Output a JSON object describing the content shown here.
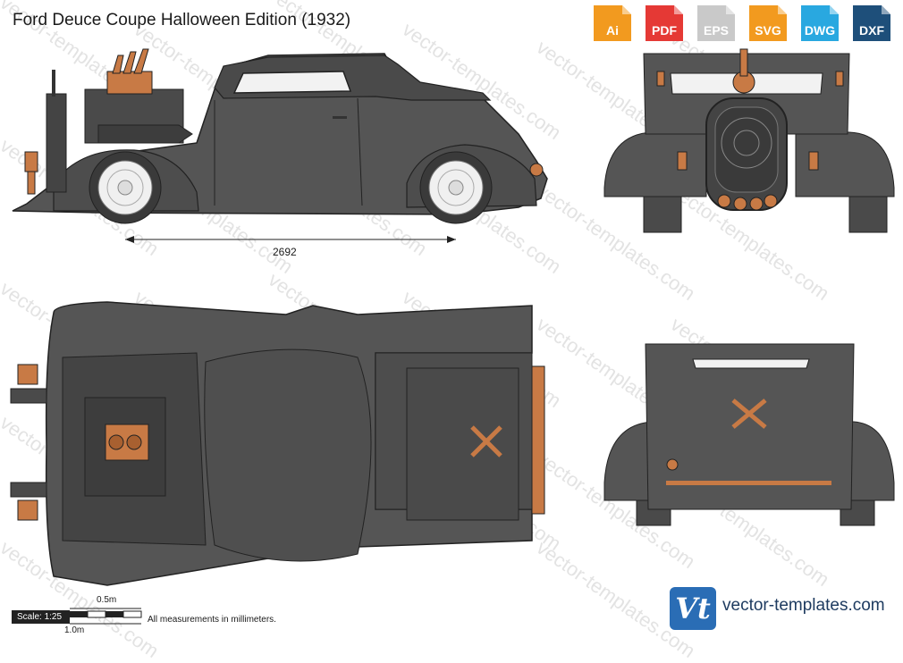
{
  "title": "Ford Deuce Coupe Halloween Edition (1932)",
  "formats": [
    {
      "label": "Ai",
      "color": "#f29a1f"
    },
    {
      "label": "PDF",
      "color": "#e53935"
    },
    {
      "label": "EPS",
      "color": "#c9c9c9"
    },
    {
      "label": "SVG",
      "color": "#f29a1f"
    },
    {
      "label": "DWG",
      "color": "#29a8e0"
    },
    {
      "label": "DXF",
      "color": "#1e4f7a"
    }
  ],
  "watermark": "vector-templates.com",
  "wheelbase_label": "2692",
  "scale": {
    "label": "Scale: 1:25",
    "half_meter": "0.5m",
    "one_meter": "1.0m"
  },
  "note": "All measurements in millimeters.",
  "brand": {
    "logo": "Vt",
    "name": "vector-templates.com"
  },
  "colors": {
    "body": "#555555",
    "outline": "#222222",
    "copper": "#c87a45",
    "window": "#f2f2f2"
  }
}
